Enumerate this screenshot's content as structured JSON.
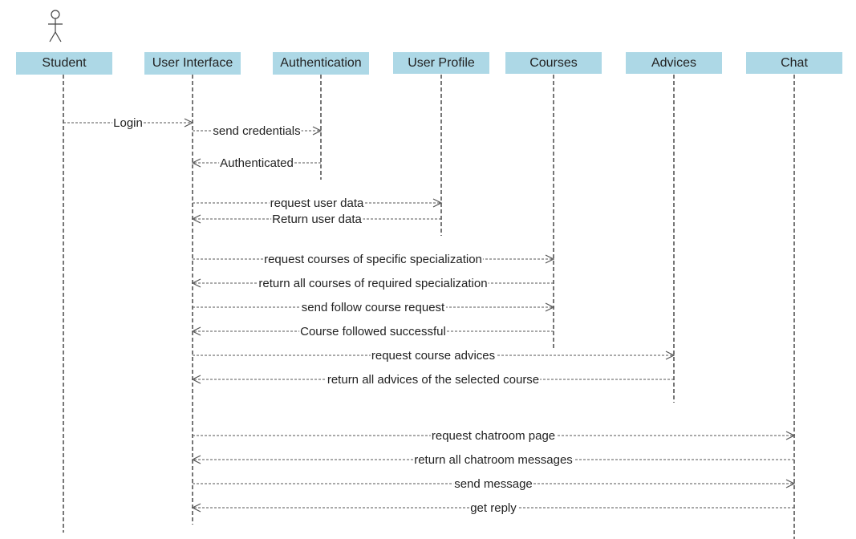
{
  "diagram": {
    "type": "sequence",
    "participants": [
      {
        "id": "student",
        "label": "Student",
        "is_actor": true
      },
      {
        "id": "ui",
        "label": "User Interface"
      },
      {
        "id": "auth",
        "label": "Authentication"
      },
      {
        "id": "profile",
        "label": "User Profile"
      },
      {
        "id": "courses",
        "label": "Courses"
      },
      {
        "id": "advices",
        "label": "Advices"
      },
      {
        "id": "chat",
        "label": "Chat"
      }
    ],
    "messages": [
      {
        "from": "student",
        "to": "ui",
        "label": "Login"
      },
      {
        "from": "ui",
        "to": "auth",
        "label": "send credentials"
      },
      {
        "from": "auth",
        "to": "ui",
        "label": "Authenticated"
      },
      {
        "from": "ui",
        "to": "profile",
        "label": "request user data"
      },
      {
        "from": "profile",
        "to": "ui",
        "label": "Return user data"
      },
      {
        "from": "ui",
        "to": "courses",
        "label": "request courses of specific specialization"
      },
      {
        "from": "courses",
        "to": "ui",
        "label": "return all courses of required specialization"
      },
      {
        "from": "ui",
        "to": "courses",
        "label": "send follow course request"
      },
      {
        "from": "courses",
        "to": "ui",
        "label": "Course followed successful"
      },
      {
        "from": "ui",
        "to": "advices",
        "label": "request course advices"
      },
      {
        "from": "advices",
        "to": "ui",
        "label": "return all advices of the selected course"
      },
      {
        "from": "ui",
        "to": "chat",
        "label": "request chatroom page"
      },
      {
        "from": "chat",
        "to": "ui",
        "label": "return all chatroom messages"
      },
      {
        "from": "ui",
        "to": "chat",
        "label": "send message"
      },
      {
        "from": "chat",
        "to": "ui",
        "label": "get reply"
      }
    ]
  },
  "colors": {
    "participant_fill": "#add8e6",
    "line": "#555555",
    "text": "#222222"
  }
}
